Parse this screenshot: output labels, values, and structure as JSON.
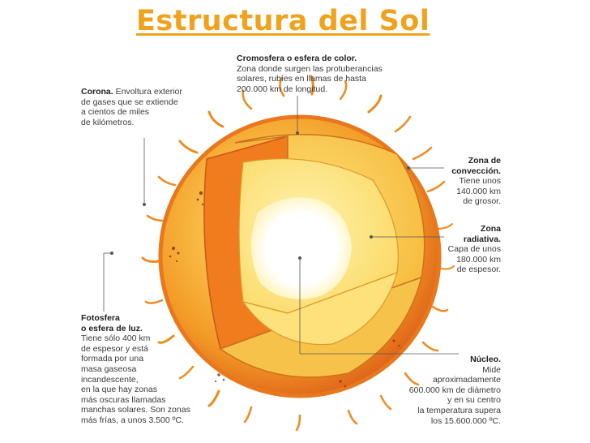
{
  "title": "Estructura del Sol",
  "labels": {
    "cromosfera": {
      "heading": "Cromosfera o esfera de color.",
      "lines": [
        "Zona donde surgen las protuberancias",
        "solares, rubíes en llamas de hasta",
        "200.000 km de longitud."
      ]
    },
    "corona": {
      "heading": "Corona.",
      "lines": [
        "Envoltura exterior",
        "de gases que se extiende",
        "a cientos de miles",
        "de kilómetros."
      ]
    },
    "conveccion": {
      "heading": [
        "Zona de",
        "convección."
      ],
      "lines": [
        "Tiene unos",
        "140.000 km",
        "de grosor."
      ]
    },
    "radiativa": {
      "heading": [
        "Zona",
        "radiativa."
      ],
      "lines": [
        "Capa de unos",
        "180.000 km",
        "de espesor."
      ]
    },
    "fotosfera": {
      "heading": [
        "Fotosfera",
        "o esfera de luz."
      ],
      "lines": [
        "Tiene sólo 400 km",
        "de espesor y está",
        "formada por una",
        "masa gaseosa",
        "incandescente,",
        "en la que hay zonas",
        "más oscuras llamadas",
        "manchas solares. Son zonas",
        "más frías, a unos 3.500 ºC."
      ]
    },
    "nucleo": {
      "heading": "Núcleo.",
      "lines": [
        "Mide",
        "aproximadamente",
        "600.000 km de diámetro",
        "y en su centro",
        "la temperatura supera",
        "los 15.600.000 ºC."
      ]
    }
  }
}
